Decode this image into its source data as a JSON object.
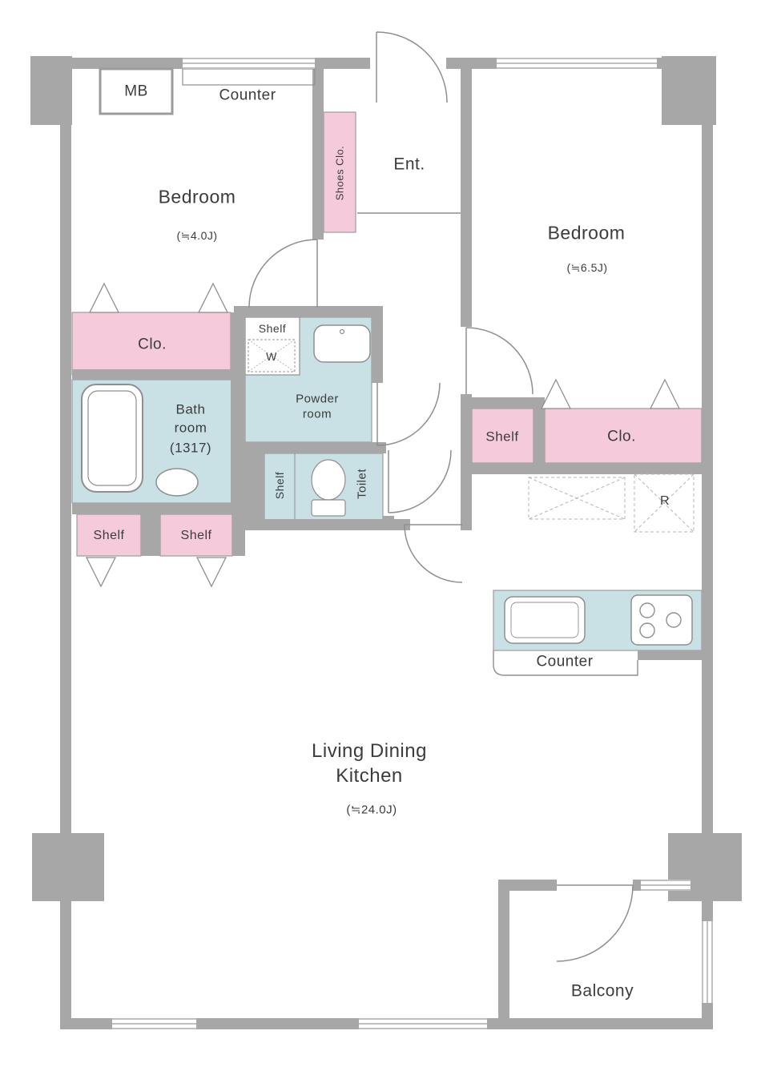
{
  "colors": {
    "wall": "#a7a7a7",
    "pink": "#f5cadb",
    "blue": "#c9e1e5",
    "text": "#3c3c3c",
    "line": "#8f8f8f"
  },
  "labels": {
    "mb": "MB",
    "counter_top": "Counter",
    "entrance": "Ent.",
    "shoes_closet": "Shoes Clo.",
    "bedroom1_name": "Bedroom",
    "bedroom1_size": "(≒4.0J)",
    "bedroom2_name": "Bedroom",
    "bedroom2_size": "(≒6.5J)",
    "closet_left": "Clo.",
    "shelf_laundry": "Shelf",
    "washer": "W",
    "powder_room_line1": "Powder",
    "powder_room_line2": "room",
    "bath_line1": "Bath",
    "bath_line2": "room",
    "bath_line3": "(1317)",
    "toilet_shelf": "Shelf",
    "toilet": "Toilet",
    "shelf_right": "Shelf",
    "closet_right": "Clo.",
    "refrigerator": "R",
    "shelf_bottom1": "Shelf",
    "shelf_bottom2": "Shelf",
    "counter_kitchen": "Counter",
    "ldk_line1": "Living Dining",
    "ldk_line2": "Kitchen",
    "ldk_size": "(≒24.0J)",
    "balcony": "Balcony"
  },
  "icons": [
    "bathtub-icon",
    "wash-basin-icon",
    "washing-machine-icon",
    "powder-sink-icon",
    "toilet-bowl-icon",
    "kitchen-sink-icon",
    "stove-icon",
    "refrigerator-space-icon",
    "door-swing-arc",
    "window-glyph",
    "folding-door-triangle"
  ]
}
